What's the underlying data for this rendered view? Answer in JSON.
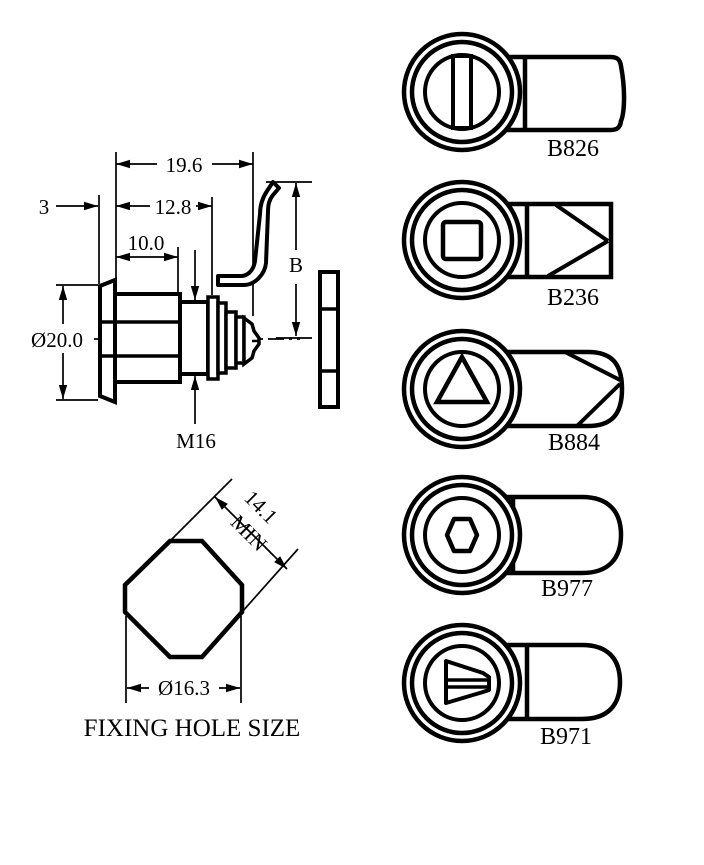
{
  "background_color": "#ffffff",
  "line_color": "#000000",
  "side_view": {
    "total_length": "19.6",
    "body_length": "12.8",
    "thread_length": "10.0",
    "head_thickness": "3",
    "head_diameter": "Ø20.0",
    "thread_size": "M16",
    "cam_dimension": "B"
  },
  "fixing_hole": {
    "across_flats": "14.1",
    "across_flats_qualifier": "MIN",
    "diameter": "Ø16.3",
    "caption": "FIXING HOLE SIZE"
  },
  "heads": [
    {
      "label": "B826",
      "recess": "slot"
    },
    {
      "label": "B236",
      "recess": "square"
    },
    {
      "label": "B884",
      "recess": "triangle"
    },
    {
      "label": "B977",
      "recess": "hexagon"
    },
    {
      "label": "B971",
      "recess": "wing-key"
    }
  ]
}
